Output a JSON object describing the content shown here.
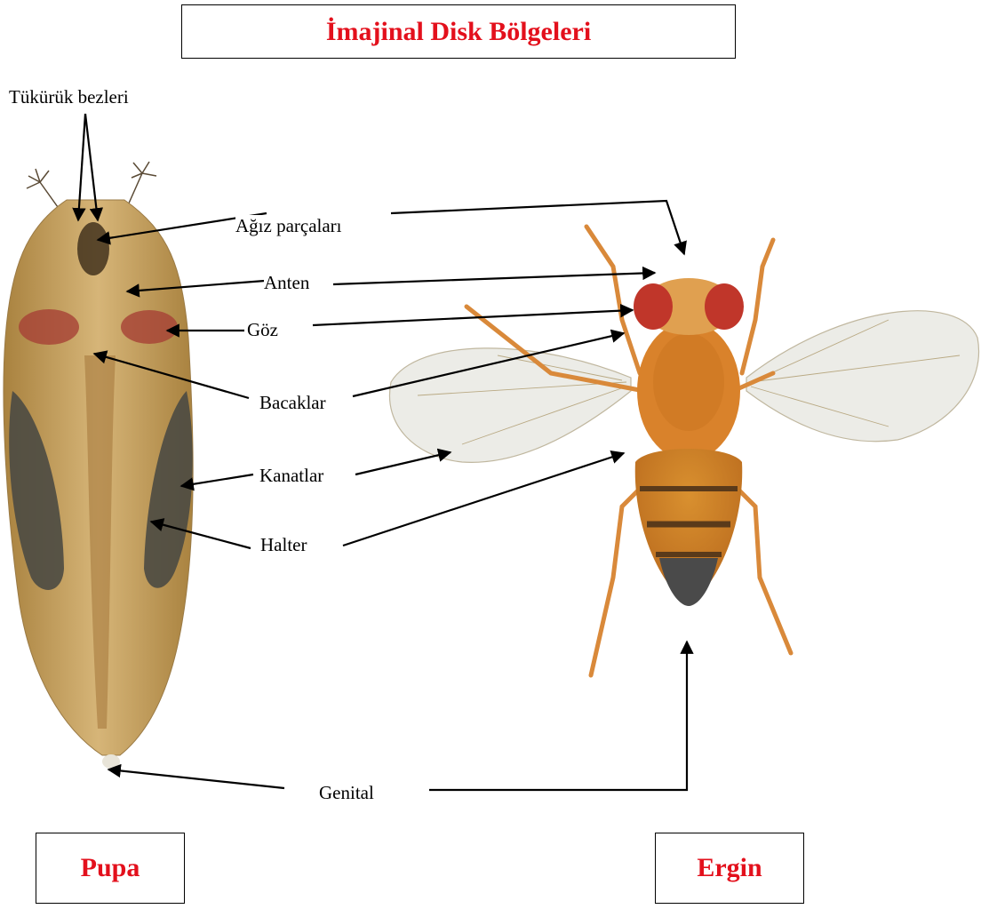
{
  "title": "İmajinal Disk Bölgeleri",
  "stage_labels": {
    "pupa": "Pupa",
    "adult": "Ergin"
  },
  "region_labels": {
    "salivary": "Tükürük bezleri",
    "mouth": "Ağız parçaları",
    "antenna": "Anten",
    "eye": "Göz",
    "legs": "Bacaklar",
    "wings": "Kanatlar",
    "haltere": "Halter",
    "genital": "Genital"
  },
  "colors": {
    "title_text": "#e3101c",
    "pupa_body": "#c9a465",
    "pupa_wing_pad": "#4b4a42",
    "pupa_eye": "#a64136",
    "fly_body": "#d9822b",
    "fly_eye": "#c0362a",
    "fly_abdomen_tip": "#4a4a4a",
    "fly_wing": "#ecebe6",
    "arrow": "#000000"
  }
}
